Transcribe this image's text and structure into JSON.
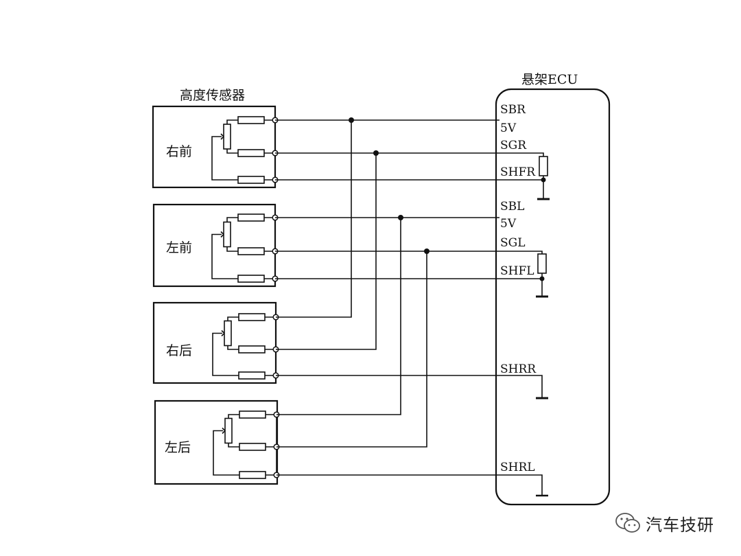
{
  "sensor_group_label": "高度传感器",
  "ecu_label": "悬架ECU",
  "sensors": [
    {
      "label": "右前"
    },
    {
      "label": "左前"
    },
    {
      "label": "右后"
    },
    {
      "label": "左后"
    }
  ],
  "ecu_pins": [
    "SBR",
    "5V",
    "SGR",
    "SHFR",
    "SBL",
    "5V",
    "SGL",
    "SHFL",
    "SHRR",
    "SHRL"
  ],
  "watermark": {
    "text": "汽车技研",
    "icon": "wechat-icon"
  }
}
